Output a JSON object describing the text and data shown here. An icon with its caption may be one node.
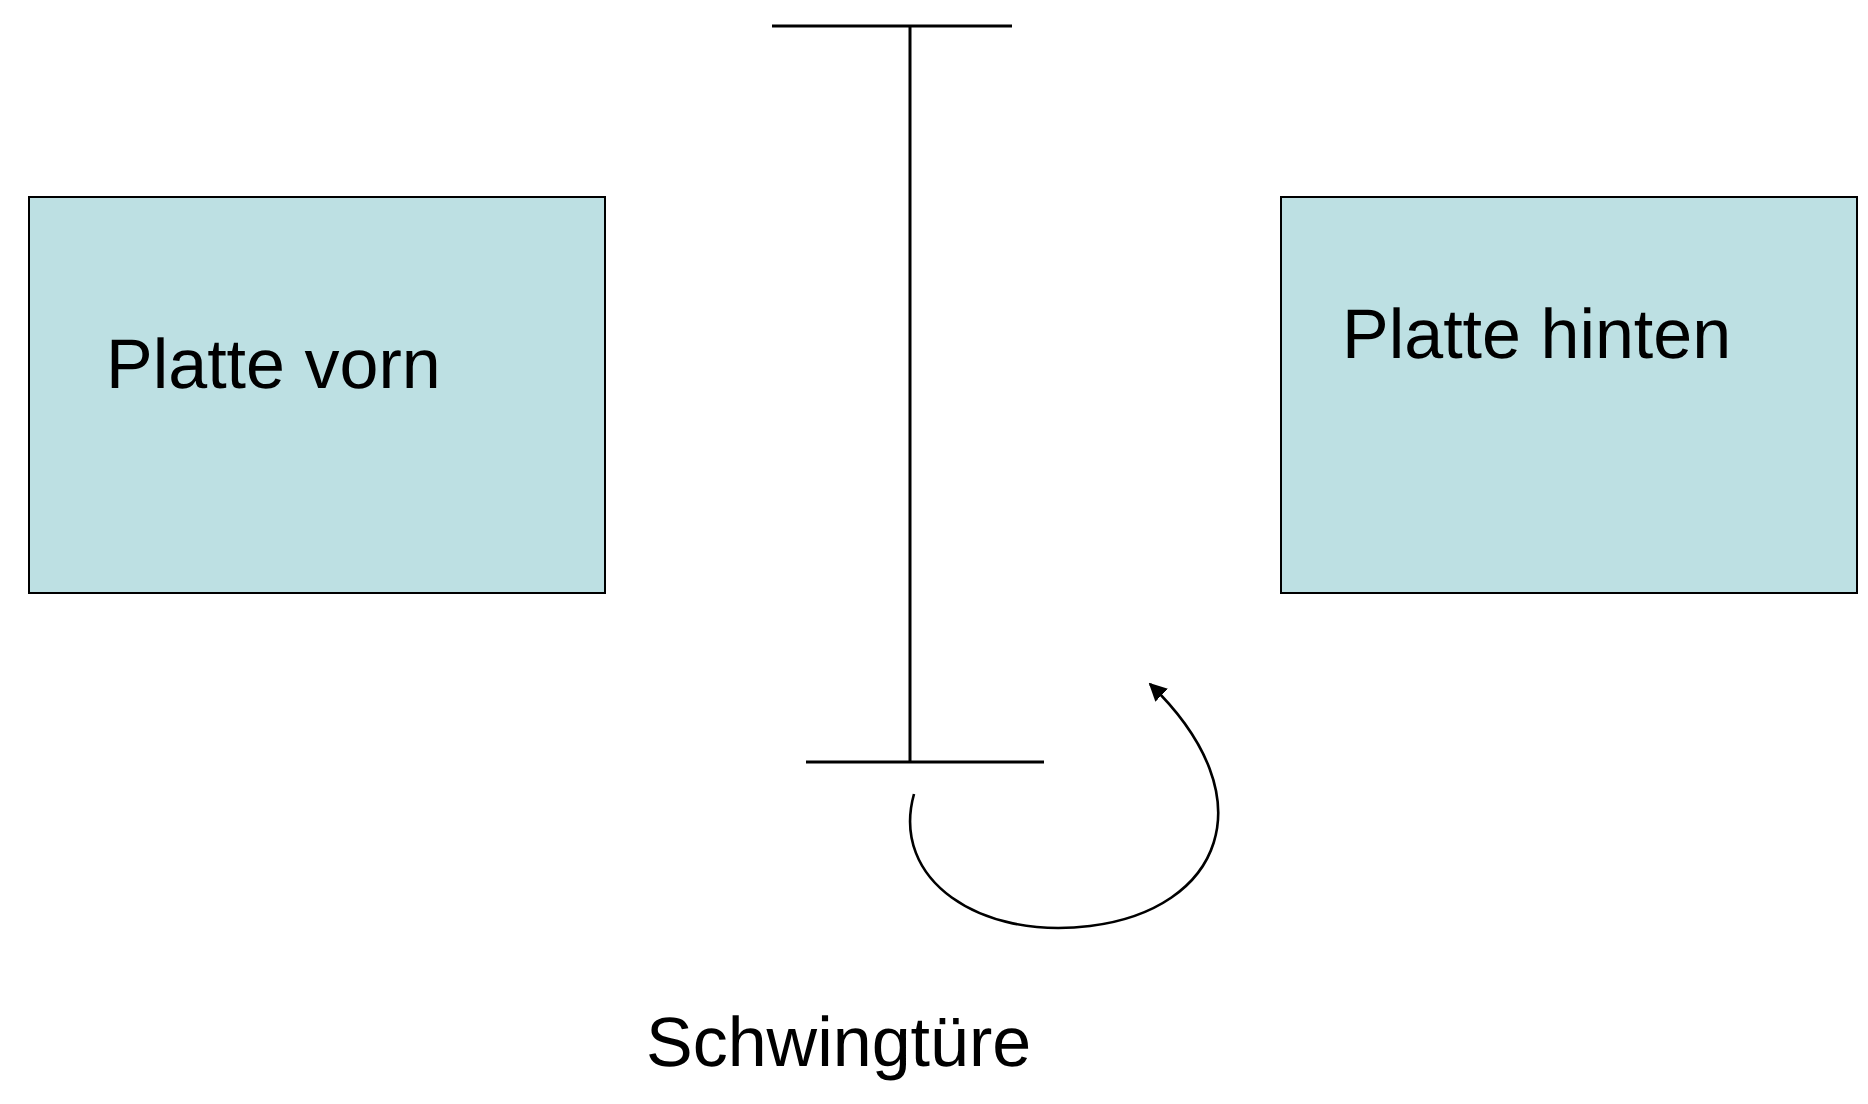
{
  "diagram": {
    "nodes": [
      {
        "text": [
          "Platte vorn"
        ]
      },
      {
        "text": [
          "Platte hinten"
        ]
      }
    ],
    "labels": [
      "Schwingtüre"
    ]
  }
}
